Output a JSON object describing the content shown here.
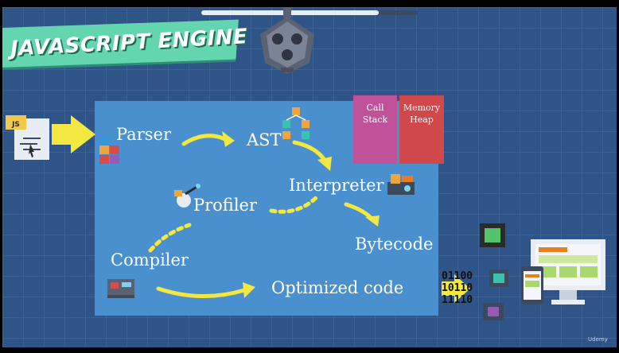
{
  "title": "JAVASCRIPT ENGINE",
  "video_progress": 0.82,
  "nodes": {
    "parser": "Parser",
    "ast": "AST",
    "interpreter": "Interpreter",
    "profiler": "Profiler",
    "compiler": "Compiler",
    "bytecode": "Bytecode",
    "optimized": "Optimized code"
  },
  "memory": {
    "call_stack": "Call Stack",
    "memory_heap": "Memory Heap"
  },
  "file_badge": "JS",
  "binary": [
    "01100",
    "10110",
    "11110"
  ],
  "watermark": "Udemy",
  "colors": {
    "background": "#2f5487",
    "panel": "#4a90cf",
    "arrow": "#f2e840",
    "banner": "#63d6b0",
    "call_stack": "#c0529a",
    "memory_heap": "#d0484b"
  }
}
